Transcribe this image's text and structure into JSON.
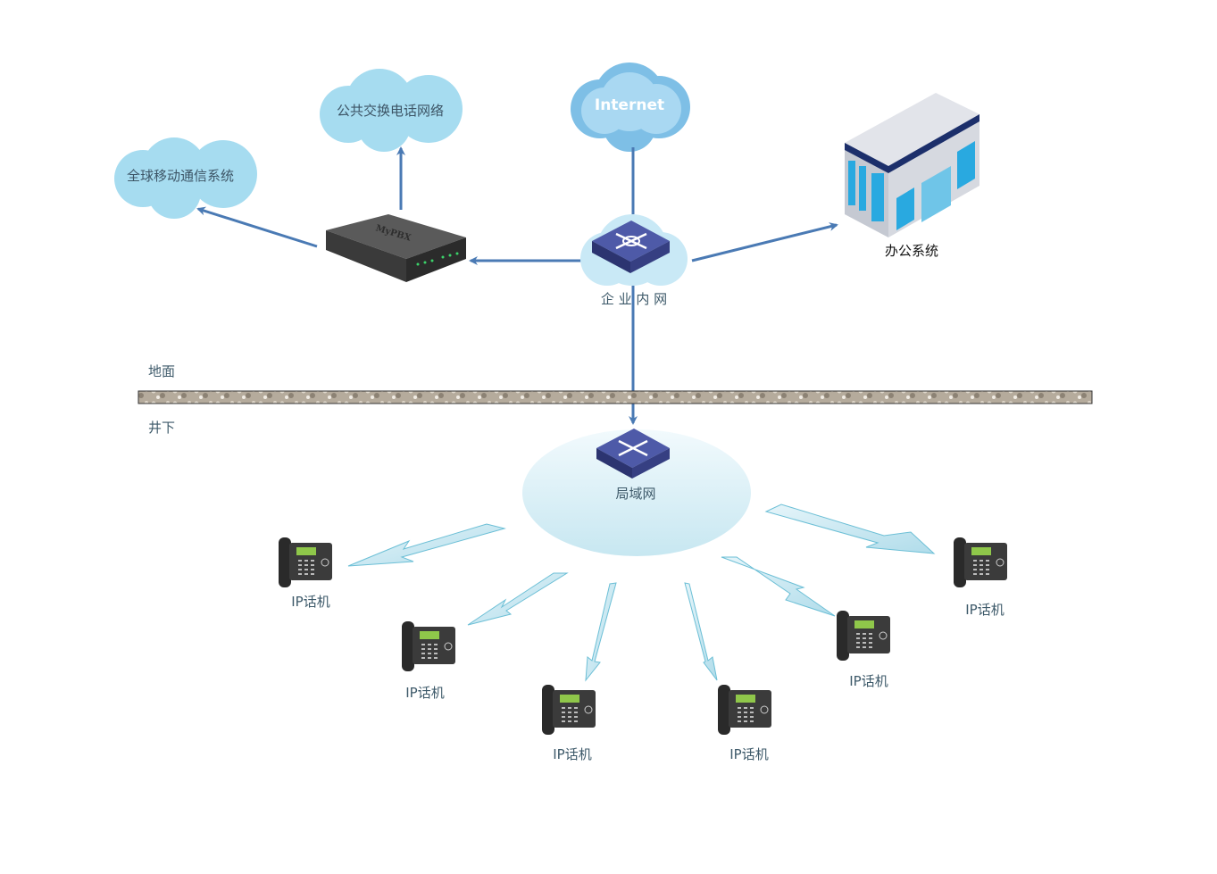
{
  "nodes": {
    "gsm": "全球移动通信系统",
    "pstn": "公共交换电话网络",
    "internet": "Internet",
    "office": "办公系统",
    "enterprise_net": "企 业 内 网",
    "lan": "局域网",
    "pbx_brand": "MyPBX"
  },
  "layers": {
    "ground": "地面",
    "underground": "井下"
  },
  "phones": [
    "IP话机",
    "IP话机",
    "IP话机",
    "IP话机",
    "IP话机",
    "IP话机"
  ],
  "colors": {
    "connector": "#4a7ab4",
    "cloud": "#a6dcf0",
    "switch": "#3d4a8e",
    "lan_arrow": "#b8e2ee"
  }
}
